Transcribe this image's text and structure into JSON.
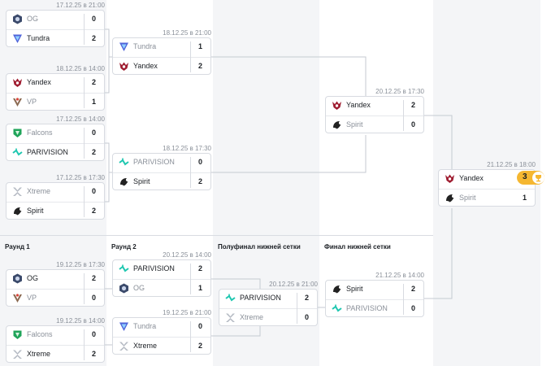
{
  "colors": {
    "bg_gray": "#f4f5f7",
    "bg_white": "#ffffff",
    "line": "#c5cad2",
    "accent": "#f5b731"
  },
  "round_labels": {
    "lower_r1": "Раунд 1",
    "lower_r2": "Раунд 2",
    "lower_semi": "Полуфинал нижней сетки",
    "lower_final": "Финал нижней сетки"
  },
  "matches": {
    "ub_r1_m1": {
      "date": "17.12.25 в 21:00",
      "t1": "OG",
      "s1": "0",
      "t2": "Tundra",
      "s2": "2",
      "winner": 2,
      "logo1": "og-logo-icon",
      "logo2": "tundra-logo-icon"
    },
    "ub_r1_m2": {
      "date": "18.12.25 в 14:00",
      "t1": "Yandex",
      "s1": "2",
      "t2": "VP",
      "s2": "1",
      "winner": 1,
      "logo1": "yandex-logo-icon",
      "logo2": "vp-logo-icon"
    },
    "ub_r1_m3": {
      "date": "17.12.25 в 14:00",
      "t1": "Falcons",
      "s1": "0",
      "t2": "PARIVISION",
      "s2": "2",
      "winner": 2,
      "logo1": "falcons-logo-icon",
      "logo2": "parivision-logo-icon"
    },
    "ub_r1_m4": {
      "date": "17.12.25 в 17:30",
      "t1": "Xtreme",
      "s1": "0",
      "t2": "Spirit",
      "s2": "2",
      "winner": 2,
      "logo1": "xtreme-logo-icon",
      "logo2": "spirit-logo-icon"
    },
    "ub_r2_m1": {
      "date": "18.12.25 в 21:00",
      "t1": "Tundra",
      "s1": "1",
      "t2": "Yandex",
      "s2": "2",
      "winner": 2,
      "logo1": "tundra-logo-icon",
      "logo2": "yandex-logo-icon"
    },
    "ub_r2_m2": {
      "date": "18.12.25 в 17:30",
      "t1": "PARIVISION",
      "s1": "0",
      "t2": "Spirit",
      "s2": "2",
      "winner": 2,
      "logo1": "parivision-logo-icon",
      "logo2": "spirit-logo-icon"
    },
    "ub_final": {
      "date": "20.12.25 в 17:30",
      "t1": "Yandex",
      "s1": "2",
      "t2": "Spirit",
      "s2": "0",
      "winner": 1,
      "logo1": "yandex-logo-icon",
      "logo2": "spirit-logo-icon"
    },
    "grand_final": {
      "date": "21.12.25 в 18:00",
      "t1": "Yandex",
      "s1": "3",
      "t2": "Spirit",
      "s2": "1",
      "winner": 1,
      "logo1": "yandex-logo-icon",
      "logo2": "spirit-logo-icon"
    },
    "lb_r1_m1": {
      "date": "19.12.25 в 17:30",
      "t1": "OG",
      "s1": "2",
      "t2": "VP",
      "s2": "0",
      "winner": 1,
      "logo1": "og-logo-icon",
      "logo2": "vp-logo-icon"
    },
    "lb_r1_m2": {
      "date": "19.12.25 в 14:00",
      "t1": "Falcons",
      "s1": "0",
      "t2": "Xtreme",
      "s2": "2",
      "winner": 2,
      "logo1": "falcons-logo-icon",
      "logo2": "xtreme-logo-icon"
    },
    "lb_r2_m1": {
      "date": "20.12.25 в 14:00",
      "t1": "PARIVISION",
      "s1": "2",
      "t2": "OG",
      "s2": "1",
      "winner": 1,
      "logo1": "parivision-logo-icon",
      "logo2": "og-logo-icon"
    },
    "lb_r2_m2": {
      "date": "19.12.25 в 21:00",
      "t1": "Tundra",
      "s1": "0",
      "t2": "Xtreme",
      "s2": "2",
      "winner": 2,
      "logo1": "tundra-logo-icon",
      "logo2": "xtreme-logo-icon"
    },
    "lb_semi": {
      "date": "20.12.25 в 21:00",
      "t1": "PARIVISION",
      "s1": "2",
      "t2": "Xtreme",
      "s2": "0",
      "winner": 1,
      "logo1": "parivision-logo-icon",
      "logo2": "xtreme-logo-icon"
    },
    "lb_final": {
      "date": "21.12.25 в 14:00",
      "t1": "Spirit",
      "s1": "2",
      "t2": "PARIVISION",
      "s2": "0",
      "winner": 1,
      "logo1": "spirit-logo-icon",
      "logo2": "parivision-logo-icon"
    }
  }
}
